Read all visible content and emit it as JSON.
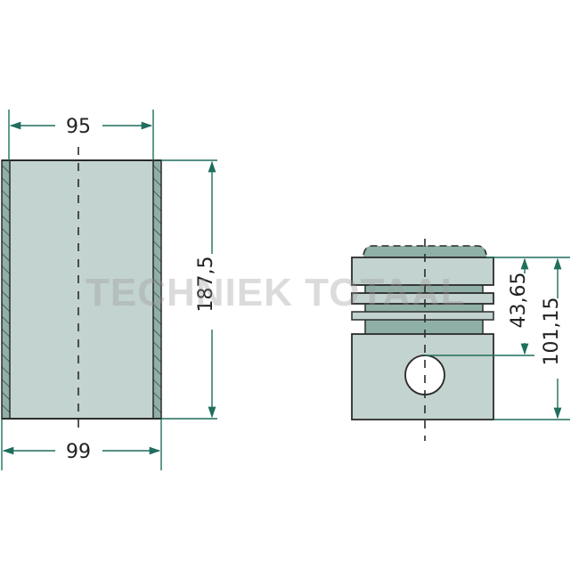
{
  "diagram": {
    "watermark": "TECHNIEK TOTAAL",
    "colors": {
      "body_fill": "#c3d3cf",
      "dark_fill": "#8fb0a6",
      "outline": "#2b2b2b",
      "dimension_line": "#1f6e5e",
      "background": "#ffffff"
    },
    "cylinder_liner": {
      "label": "cylinder-liner",
      "dimensions": {
        "inner_diameter": "95",
        "outer_diameter": "99",
        "length": "187,5"
      }
    },
    "piston": {
      "label": "piston",
      "dimensions": {
        "compression_height": "43,65",
        "total_height": "101,15"
      }
    }
  }
}
